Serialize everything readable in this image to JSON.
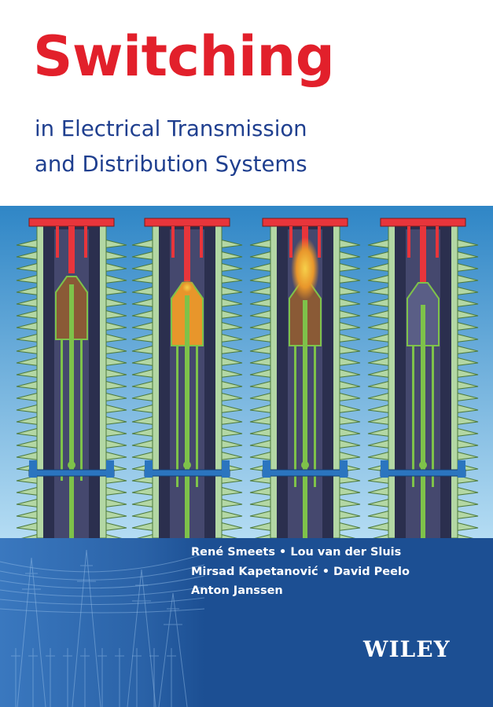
{
  "title": "Switching",
  "subtitle": [
    "in Electrical Transmission",
    "and Distribution Systems"
  ],
  "authors": [
    "René Smeets • Lou van der Sluis",
    "Mirsad Kapetanović • David Peelo",
    "Anton Janssen"
  ],
  "publisher": "WILEY",
  "colors": {
    "title": "#e2202b",
    "subtitle": "#1f3f8f",
    "band_top": "#2f86c6",
    "band_bottom": "#b4dcf3",
    "footer": "#1c4f93",
    "insulator_sheds": "#b3d7a4",
    "conductor": "#7ec24a",
    "terminal": "#e8353b",
    "flange": "#2b75bf",
    "arc": "#e8962b"
  },
  "illustration": {
    "type": "circuit-breaker-interrupter-cross-sections",
    "stages": [
      "closed",
      "arcing",
      "arc-extension",
      "open"
    ]
  },
  "background_photo": "substation-high-voltage-equipment"
}
